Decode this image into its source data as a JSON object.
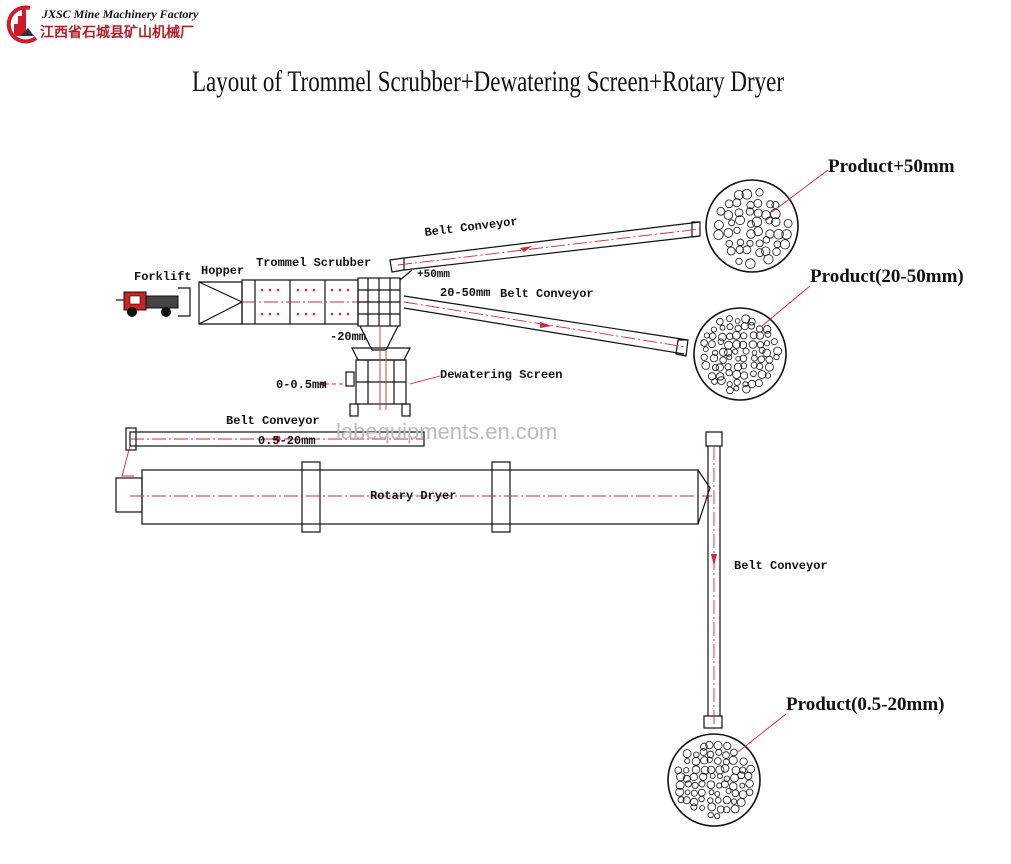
{
  "logo": {
    "name_en": "JXSC Mine Machinery Factory",
    "name_cn": "江西省石城县矿山机械厂"
  },
  "title": "Layout of Trommel Scrubber+Dewatering Screen+Rotary Dryer",
  "watermark": "labequipments.en.com",
  "equipment_labels": {
    "forklift": "Forklift",
    "hopper": "Hopper",
    "trommel": "Trommel Scrubber",
    "belt_top": "Belt Conveyor",
    "belt_mid": "Belt Conveyor",
    "dewatering": "Dewatering Screen",
    "belt_left": "Belt Conveyor",
    "rotary_dryer": "Rotary Dryer",
    "belt_vertical": "Belt Conveyor"
  },
  "size_labels": {
    "plus50": "+50mm",
    "range_20_50": "20-50mm",
    "minus20": "-20mm",
    "fine": "0-0.5mm",
    "range_05_20": "0.5-20mm"
  },
  "products": {
    "p1": "Product+50mm",
    "p2": "Product(20-50mm)",
    "p3": "Product(0.5-20mm)"
  },
  "colors": {
    "centerline": "#d8263a",
    "logo_red": "#d01c2a",
    "outline": "#111111"
  }
}
